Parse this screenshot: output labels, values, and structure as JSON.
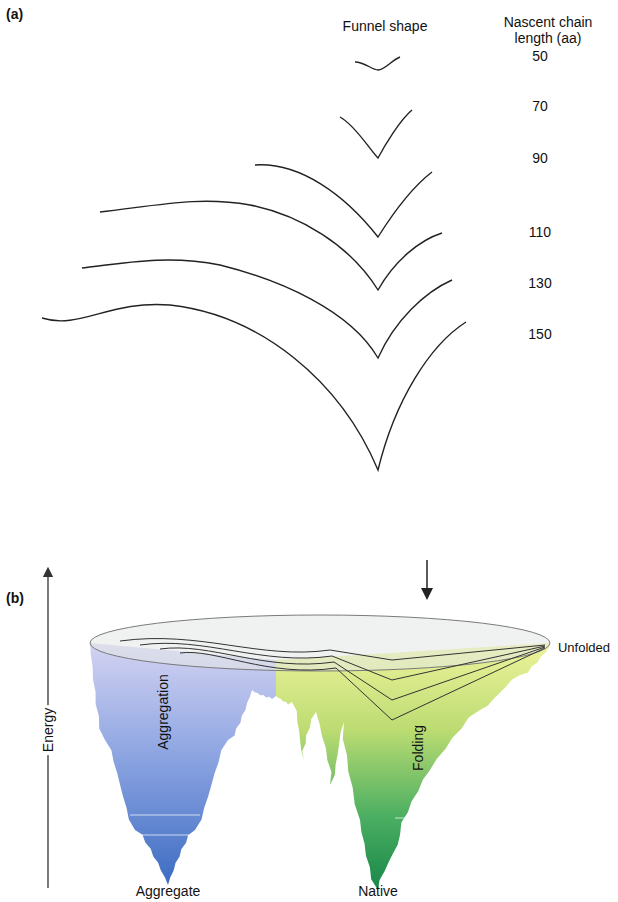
{
  "diagram": {
    "labels": [
      "(a)",
      "Funnel shape",
      "Nascent chain length (aa)",
      "50",
      "70",
      "90",
      "110",
      "130",
      "150",
      "(b)",
      "Energy",
      "Unfolded",
      "Aggregation",
      "Folding",
      "Aggregate",
      "Native"
    ]
  }
}
